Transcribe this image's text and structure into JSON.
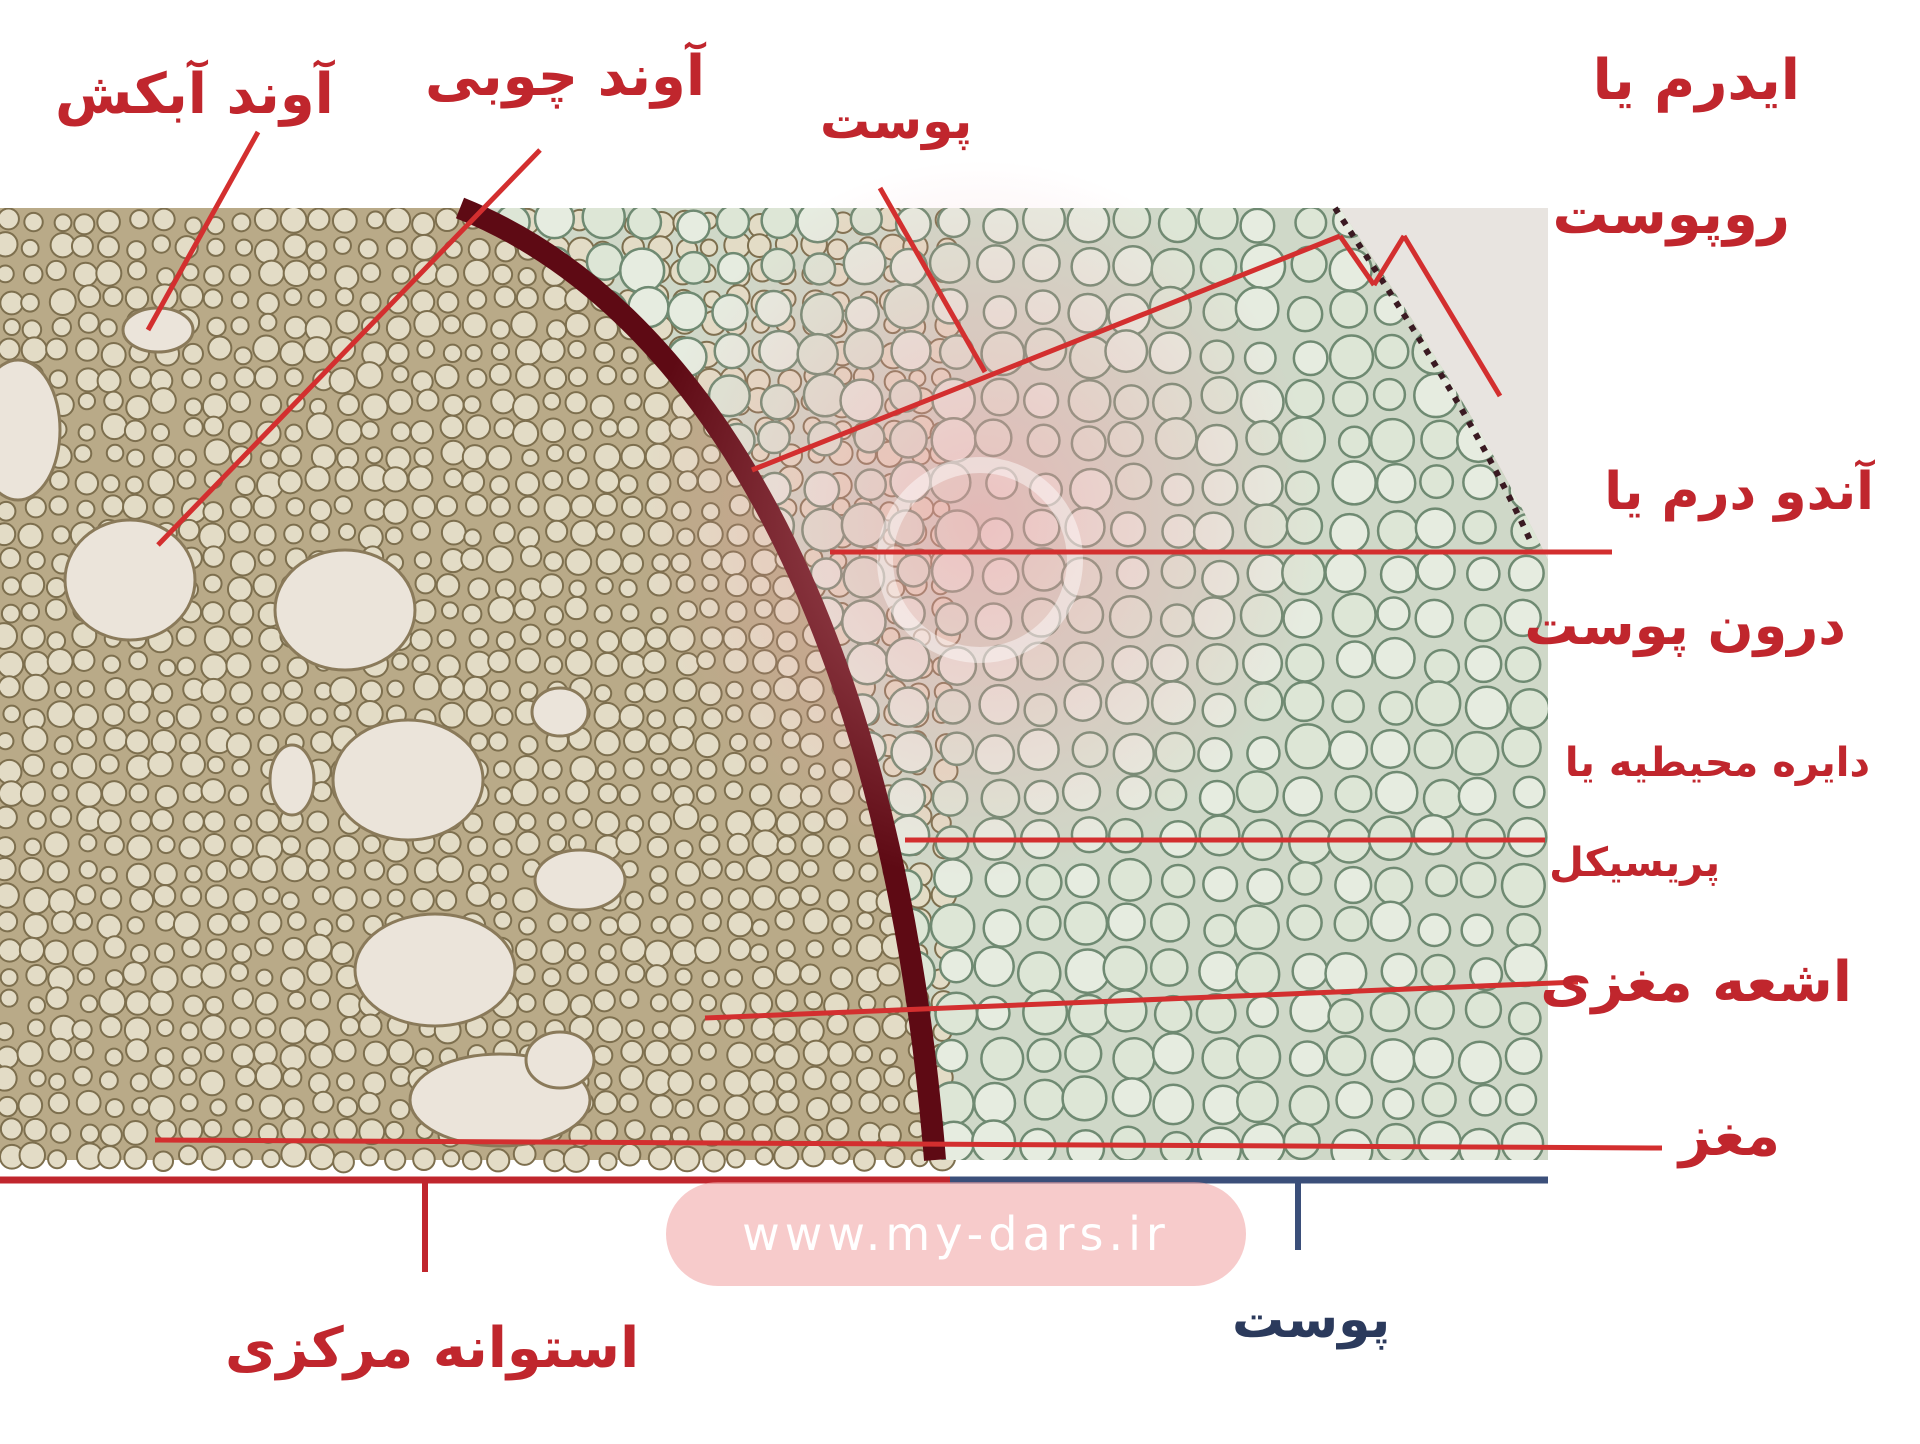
{
  "labels": {
    "phloem": "آوند آبکش",
    "xylem": "آوند چوبی",
    "cortex_top": "پوست",
    "epidermis_line1": "ایدرم یا",
    "epidermis_line2": "روپوست",
    "endodermis_line1": "آندو درم یا",
    "endodermis_line2": "درون پوست",
    "pericycle_line1": "دایره محیطیه یا",
    "pericycle_line2": "پریسیکل",
    "medullary_rays": "اشعه مغزی",
    "pith": "مغز",
    "central_cylinder": "استوانه مرکزی",
    "cortex_bottom": "پوست"
  },
  "watermark": {
    "text": "www.my-dars.ir"
  },
  "colors": {
    "label_red": "#c0262d",
    "leader_red": "#d32f2f",
    "endodermis_band": "#5e0a14",
    "cortex_bracket": "#3b4f7a",
    "cylinder_bracket": "#c0262d",
    "tissue_base": "#b9aa88",
    "cortex_tissue": "#cfd8c8"
  }
}
